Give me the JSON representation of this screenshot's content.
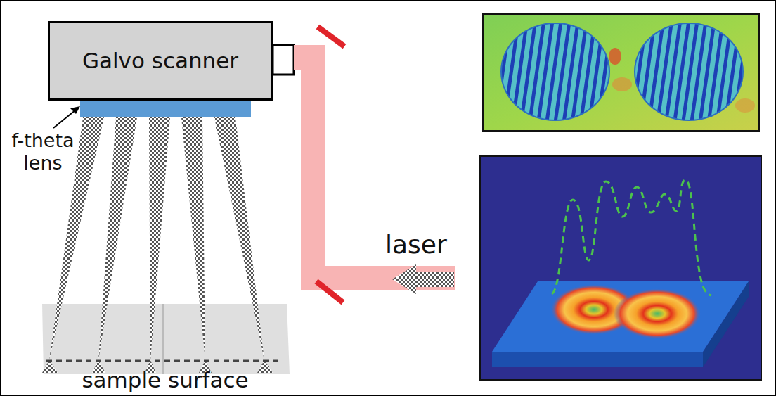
{
  "diagram": {
    "nodes": [
      {
        "text": [
          "Galvo scanner"
        ]
      }
    ],
    "labels": [
      "f-theta lens",
      "laser",
      "sample surface"
    ]
  }
}
